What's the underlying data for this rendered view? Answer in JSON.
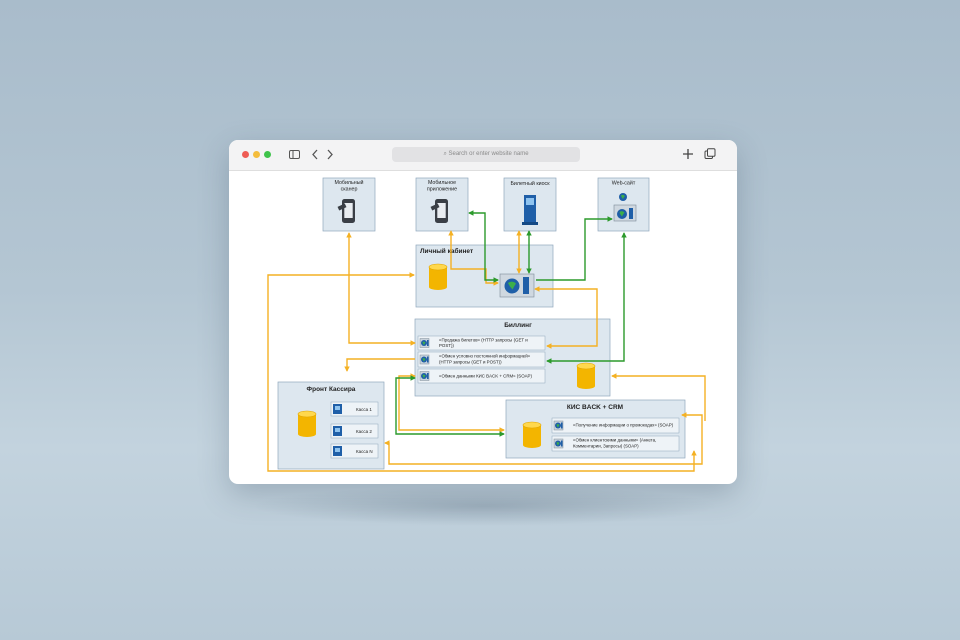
{
  "browser": {
    "url_placeholder": "Search or enter website name",
    "icons": [
      "sidebar-icon",
      "back-icon",
      "forward-icon",
      "search-icon",
      "new-tab-icon",
      "tabs-icon"
    ]
  },
  "diagram": {
    "top_nodes": {
      "mobile_scanner": [
        "Мобильный",
        "сканер"
      ],
      "mobile_app": [
        "Мобильное",
        "приложение"
      ],
      "ticket_kiosk": "Билетный киоск",
      "website": "Web-сайт"
    },
    "lk": {
      "title": "Личный кабинет"
    },
    "billing": {
      "title": "Биллинг",
      "rows": [
        [
          "«Продажа билетов» (HTTP запросы (GET и",
          "POST))"
        ],
        [
          "«Обмен условно постоянной информацией»",
          "(HTTP запросы (GET и POST))"
        ],
        [
          "«Обмен данными КИС BACK + CRM» (SOAP)"
        ]
      ]
    },
    "front": {
      "title": "Фронт Кассира",
      "registers": [
        "Касса 1",
        "Касса 2",
        "Касса N"
      ]
    },
    "kis": {
      "title": "КИС BACK + CRM",
      "rows": [
        [
          "«Получение информации о промокодах» (SOAP)"
        ],
        [
          "«Обмен клиентскими данными» (Анкета,",
          "Комментарии, Запросы) (SOAP)"
        ]
      ]
    },
    "colors": {
      "orange_connector": "#f4b124",
      "green_connector": "#2c9a2c",
      "box_fill": "#dde7ef",
      "box_border": "#8fa8bc",
      "database": "#f3b500"
    }
  }
}
